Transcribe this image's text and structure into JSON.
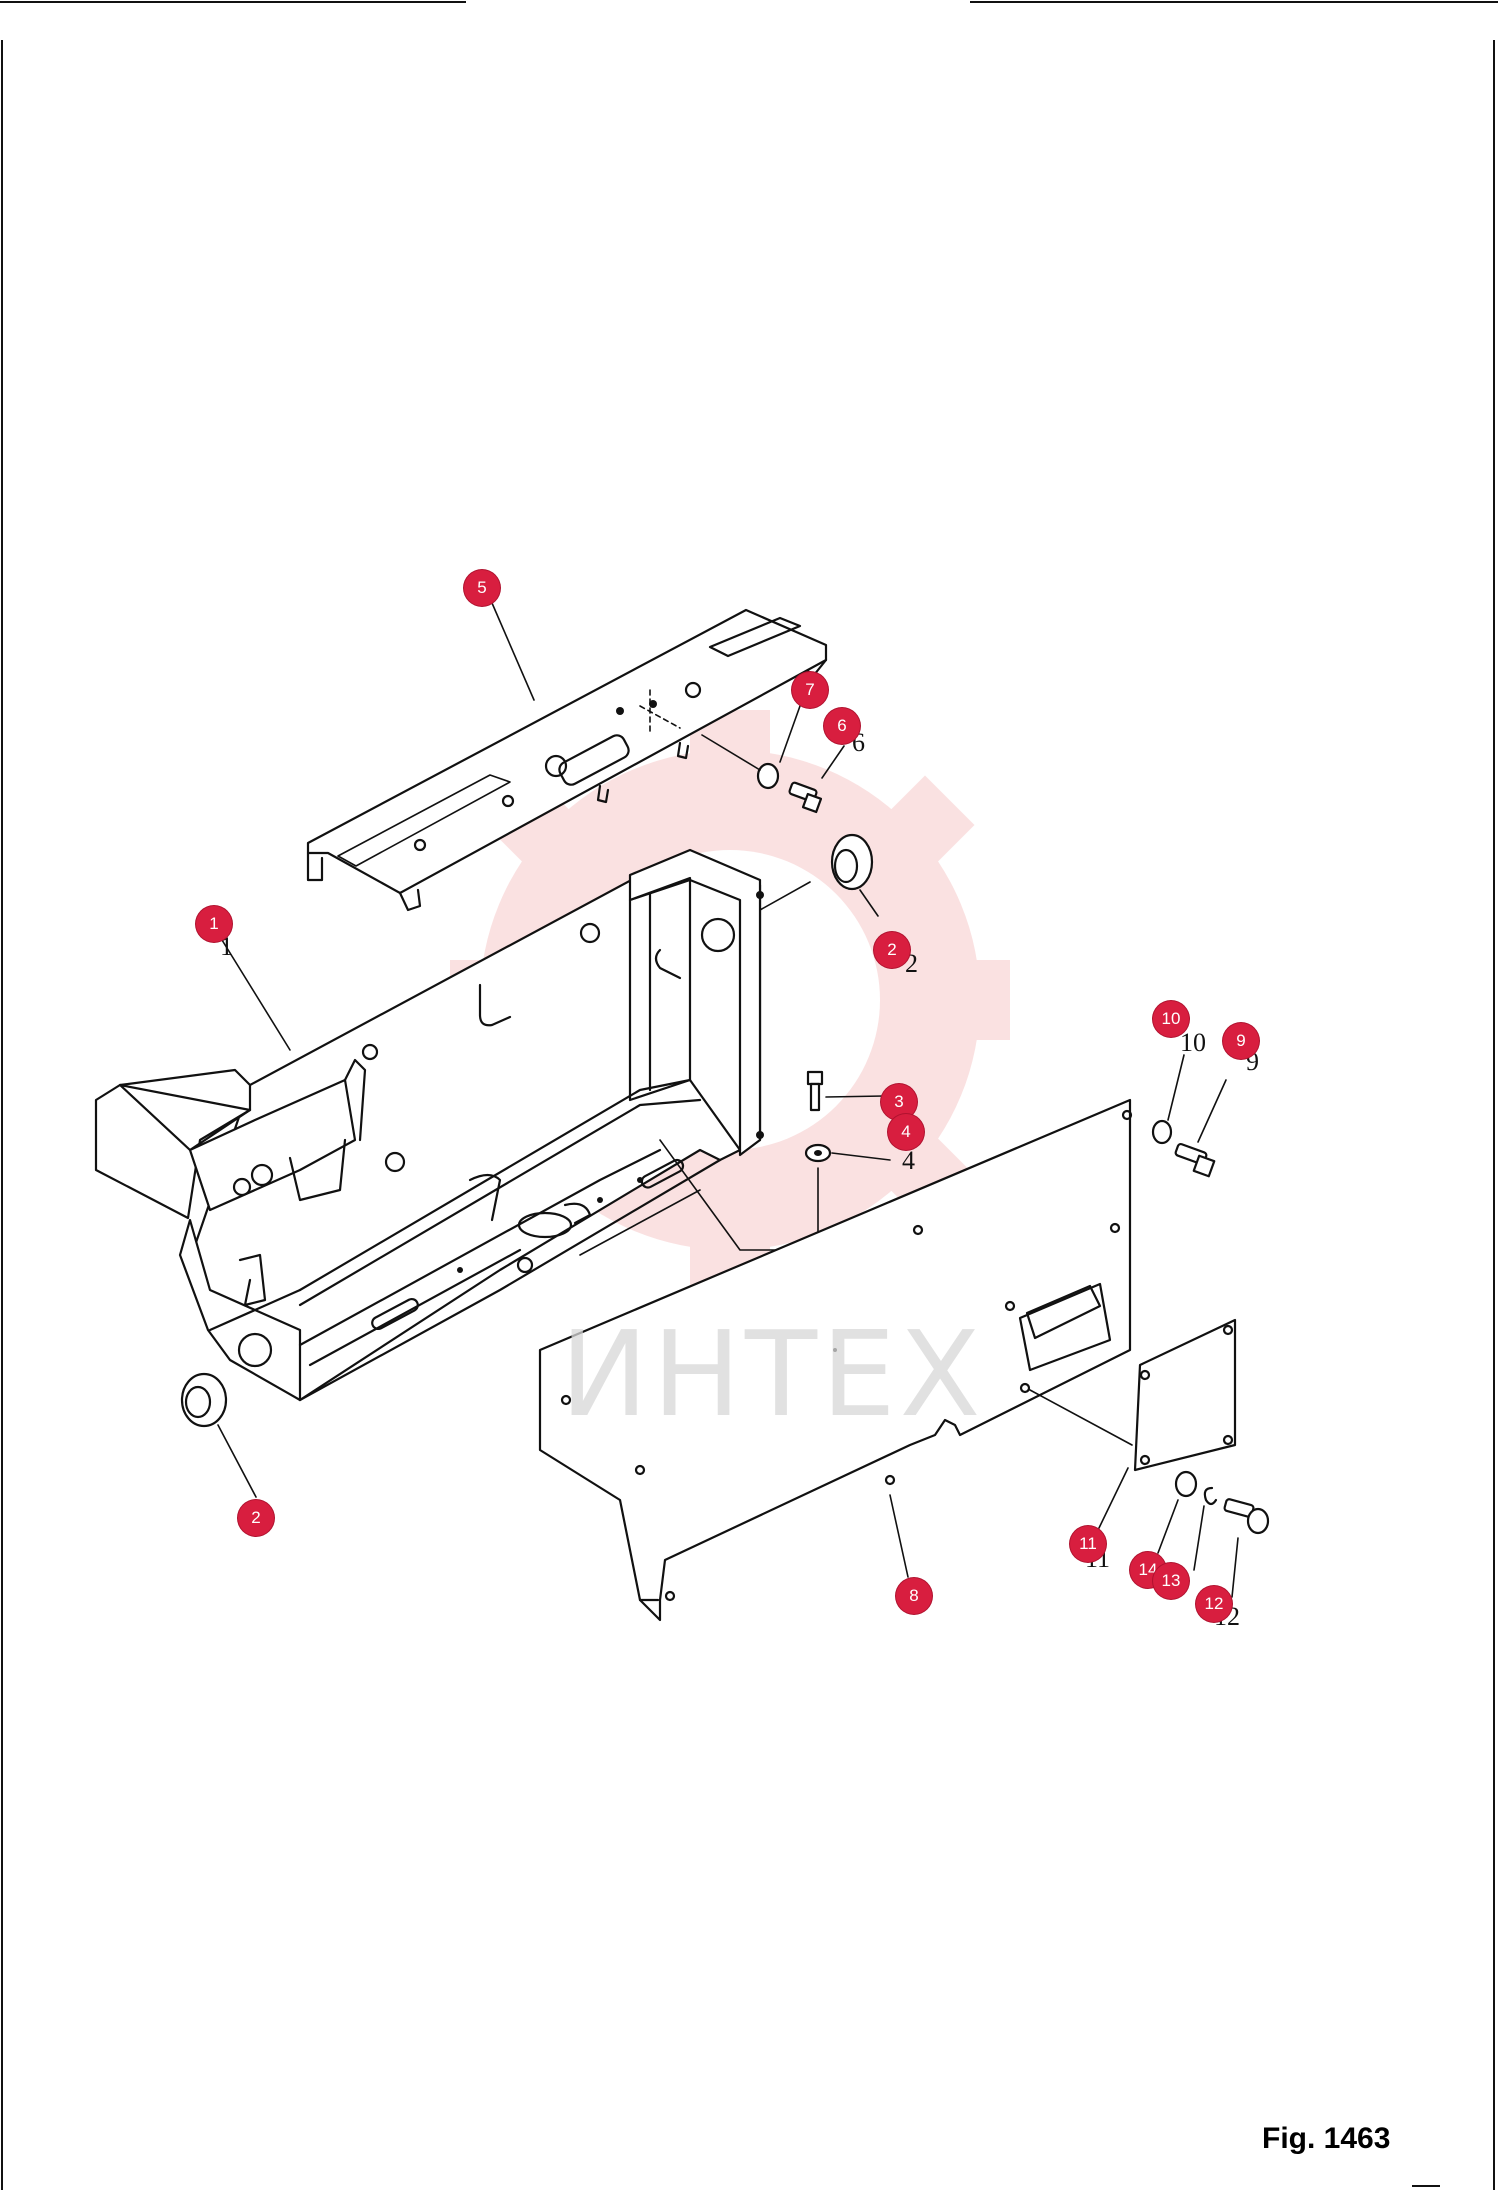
{
  "figure": {
    "label": "Fig. 1463"
  },
  "watermark": {
    "text": "ИНТЕХ",
    "gear_color": "#f6c9c9",
    "text_color": "#d8d8d8"
  },
  "accent_color": "#d81e3f",
  "callouts": [
    {
      "id": "c5",
      "label": "5"
    },
    {
      "id": "c7",
      "label": "7"
    },
    {
      "id": "c6",
      "label": "6"
    },
    {
      "id": "c1",
      "label": "1"
    },
    {
      "id": "c2a",
      "label": "2"
    },
    {
      "id": "c10",
      "label": "10"
    },
    {
      "id": "c9",
      "label": "9"
    },
    {
      "id": "c3",
      "label": "3"
    },
    {
      "id": "c4",
      "label": "4"
    },
    {
      "id": "c2b",
      "label": "2"
    },
    {
      "id": "c11",
      "label": "11"
    },
    {
      "id": "c14",
      "label": "14"
    },
    {
      "id": "c13",
      "label": "13"
    },
    {
      "id": "c12",
      "label": "12"
    },
    {
      "id": "c8",
      "label": "8"
    }
  ],
  "printed_numbers": {
    "n1": "1",
    "n2": "2",
    "n4": "4",
    "n6": "6",
    "n9": "9",
    "n10": "10",
    "n11": "11",
    "n12": "12"
  }
}
